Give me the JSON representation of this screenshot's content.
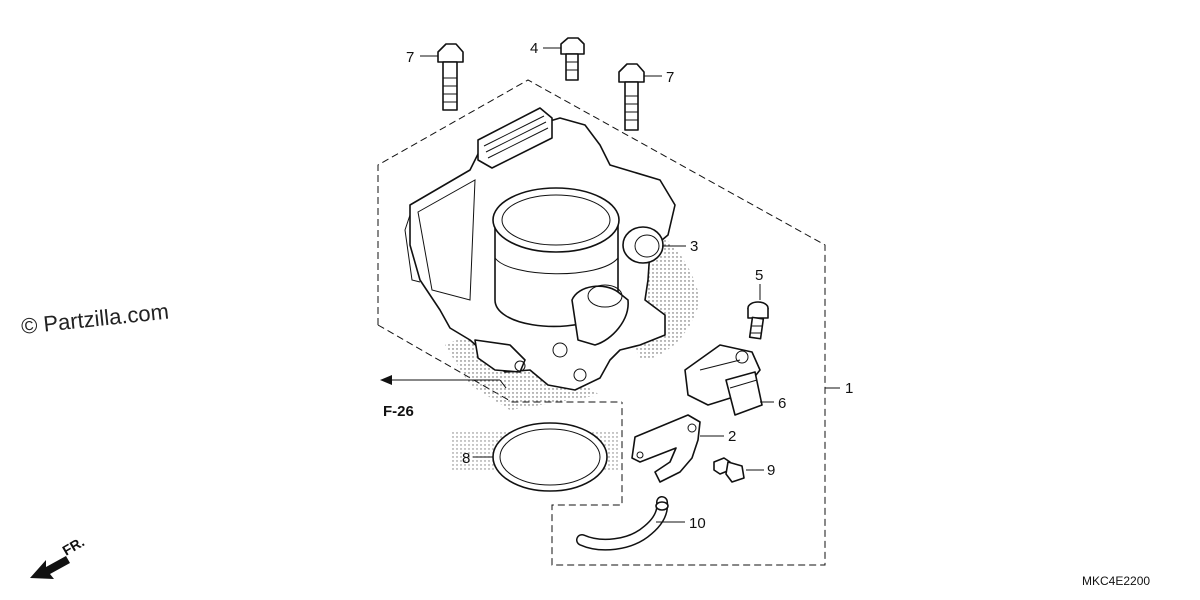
{
  "watermark": "© Partzilla.com",
  "diagram_code": "MKC4E2200",
  "front_label": "FR.",
  "page_ref": "F-26",
  "callouts": [
    "1",
    "2",
    "3",
    "4",
    "5",
    "6",
    "7",
    "7",
    "8",
    "9",
    "10"
  ],
  "colors": {
    "ink": "#111111",
    "background": "#ffffff"
  }
}
